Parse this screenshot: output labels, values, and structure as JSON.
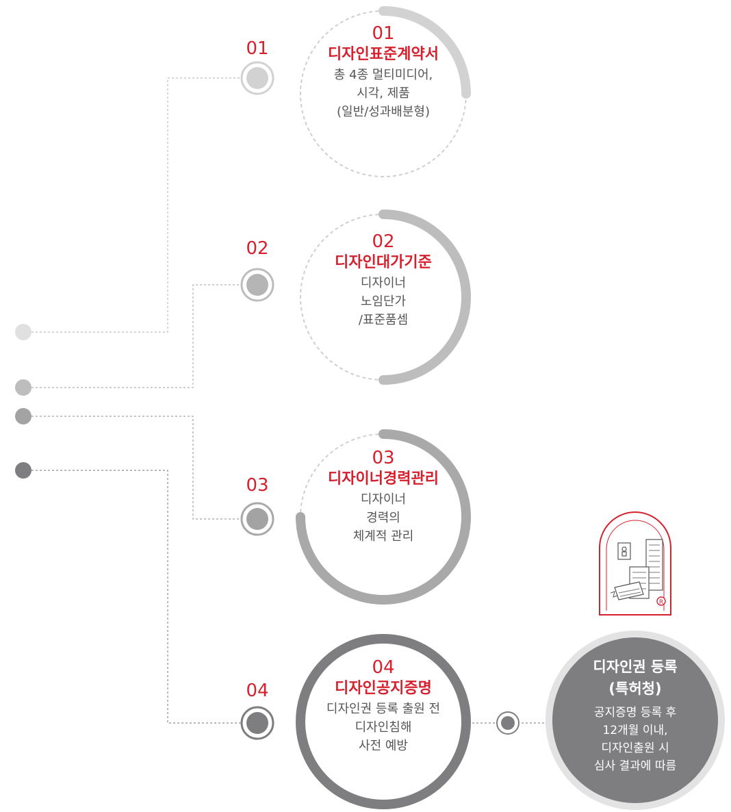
{
  "colors": {
    "accent": "#d5202e",
    "step1": "#d2d2d2",
    "step2": "#bdbdbd",
    "step3": "#a9a9a9",
    "step4": "#7e7e80",
    "registration_fill": "#7e7e80",
    "registration_ring": "#d9d9d9"
  },
  "steps": [
    {
      "label": "01",
      "number": "01",
      "title": "디자인표준계약서",
      "desc": "총 4종 멀티미디어,\n시각, 제품\n(일반/성과배분형)",
      "arc_fraction": 0.25
    },
    {
      "label": "02",
      "number": "02",
      "title": "디자인대가기준",
      "desc": "디자이너\n노임단가\n/표준품셈",
      "arc_fraction": 0.5
    },
    {
      "label": "03",
      "number": "03",
      "title": "디자이너경력관리",
      "desc": "디자이너\n경력의\n체계적 관리",
      "arc_fraction": 0.75
    },
    {
      "label": "04",
      "number": "04",
      "title": "디자인공지증명",
      "desc": "디자인권 등록 출원 전\n디자인침해\n사전 예방",
      "arc_fraction": 1.0
    }
  ],
  "registration": {
    "title": "디자인권 등록\n(특허청)",
    "desc": "공지증명 등록 후\n12개월 이내,\n디자인출원 시\n심사 결과에 따름",
    "icon": "registered-building-icon"
  }
}
